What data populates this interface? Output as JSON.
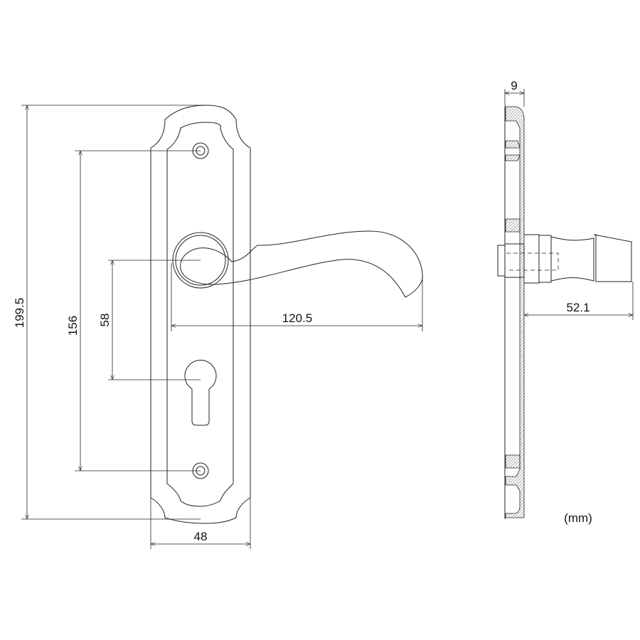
{
  "dimensions": {
    "total_height": "199.5",
    "screw_spacing": "156",
    "lever_to_keyhole": "58",
    "lever_length": "120.5",
    "plate_width": "48",
    "plate_thickness": "9",
    "projection": "52.1"
  },
  "unit_label": "(mm)"
}
